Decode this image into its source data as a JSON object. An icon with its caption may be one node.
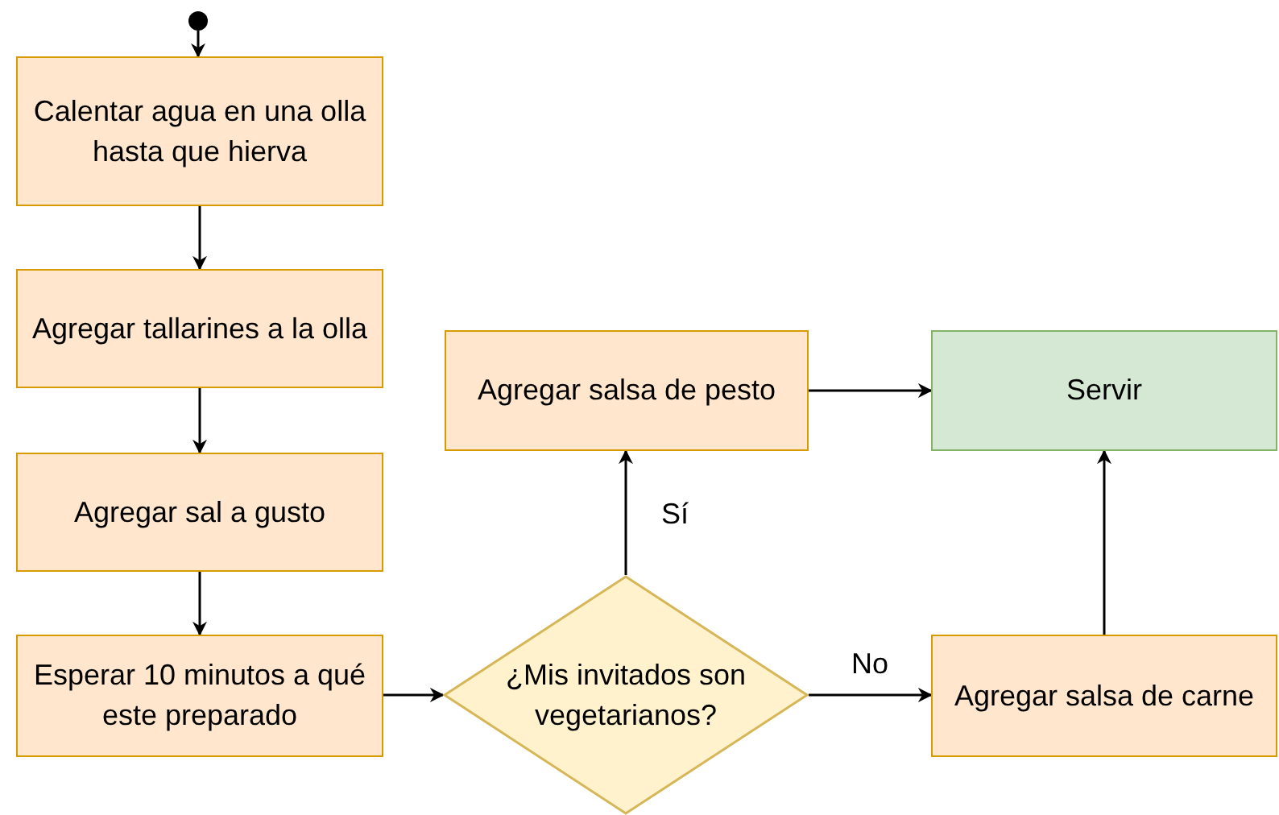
{
  "diagram": {
    "nodes": [
      {
        "text": [],
        "shape": "circle"
      },
      {
        "text": [
          "Calentar agua en una olla hasta que hierva"
        ]
      },
      {
        "text": [
          "Agregar tallarines a la olla"
        ]
      },
      {
        "text": [
          "Agregar sal a gusto"
        ]
      },
      {
        "text": [
          "Esperar 10 minutos a qué este preparado"
        ]
      },
      {
        "text": [
          "¿Mis invitados son vegetarianos?"
        ]
      },
      {
        "text": [
          "Agregar salsa de pesto"
        ]
      },
      {
        "text": [
          "Servir"
        ]
      },
      {
        "text": [
          "Agregar salsa de carne"
        ]
      }
    ],
    "edges": [
      {
        "from": 0,
        "to": 1,
        "arrow": "to"
      },
      {
        "from": 1,
        "to": 2,
        "arrow": "to"
      },
      {
        "from": 2,
        "to": 3,
        "arrow": "to"
      },
      {
        "from": 3,
        "to": 4,
        "arrow": "to"
      },
      {
        "from": 4,
        "to": 5,
        "arrow": "to"
      },
      {
        "from": 5,
        "to": 6,
        "arrow": "to",
        "label": "Sí"
      },
      {
        "from": 5,
        "to": 8,
        "arrow": "to",
        "label": "No"
      },
      {
        "from": 6,
        "to": 7,
        "arrow": "to"
      },
      {
        "from": 8,
        "to": 7,
        "arrow": "to"
      }
    ]
  }
}
